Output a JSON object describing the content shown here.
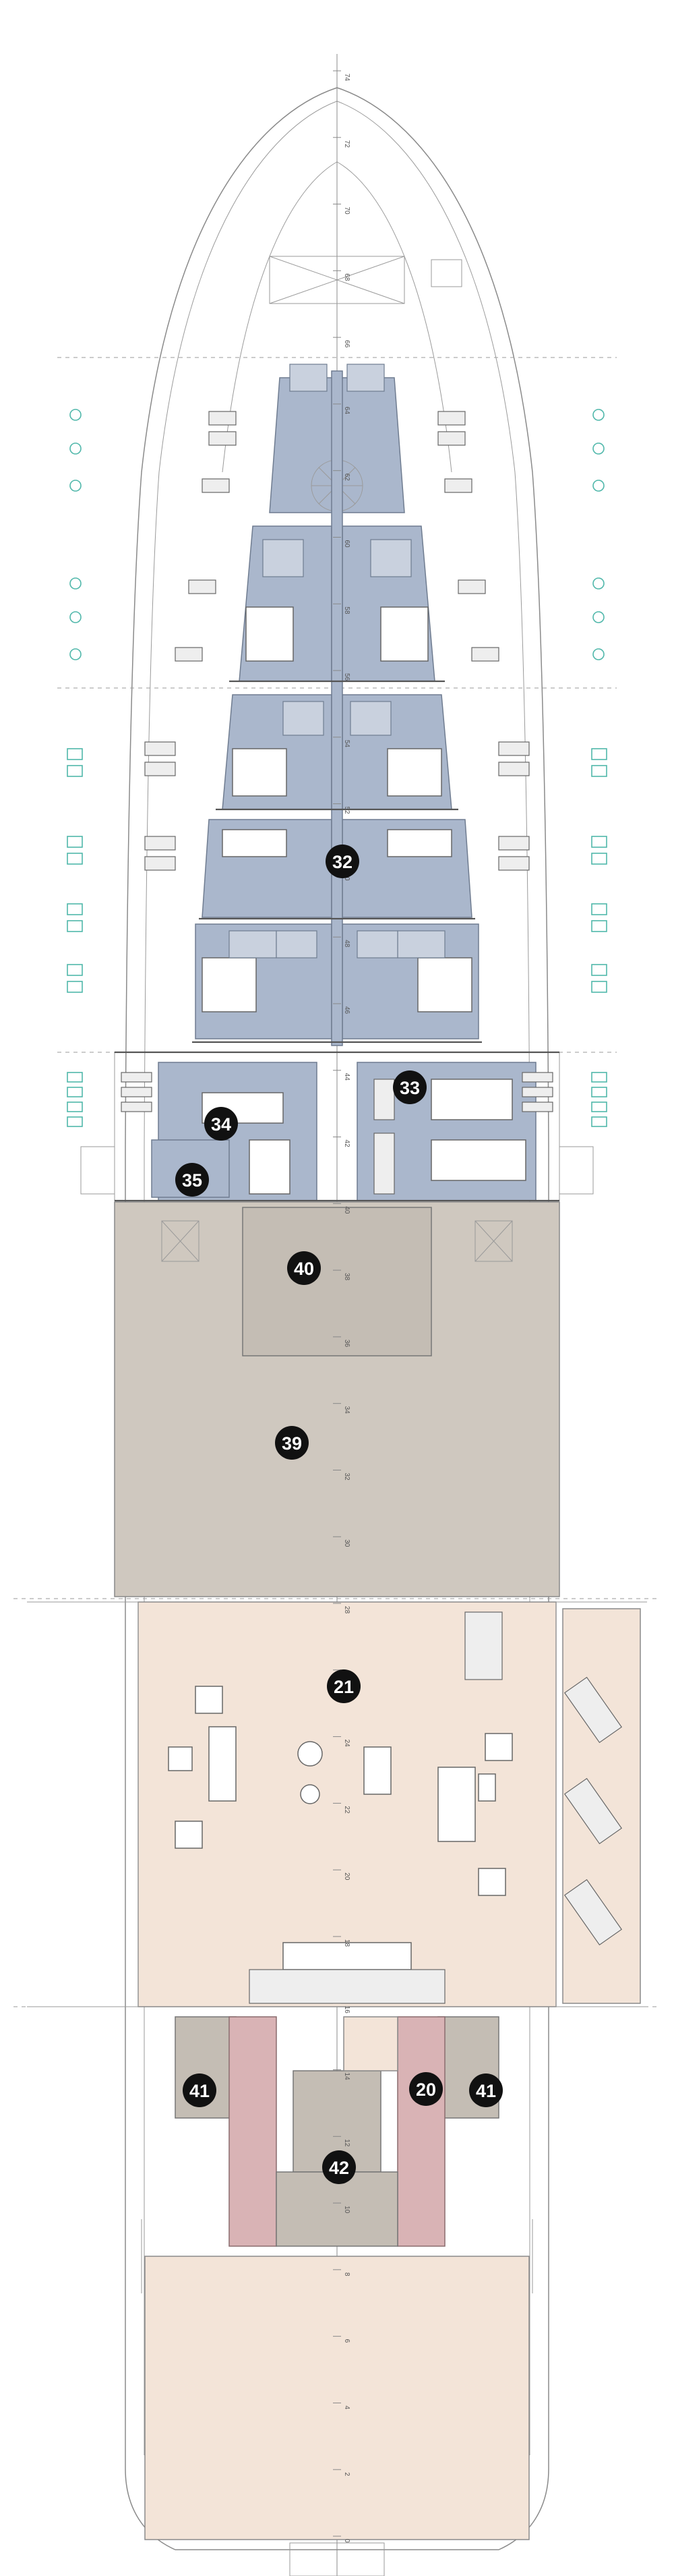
{
  "room_markers": [
    {
      "label": "32"
    },
    {
      "label": "33"
    },
    {
      "label": "34"
    },
    {
      "label": "35"
    },
    {
      "label": "40"
    },
    {
      "label": "39"
    },
    {
      "label": "21"
    },
    {
      "label": "20"
    },
    {
      "label": "41"
    },
    {
      "label": "41"
    },
    {
      "label": "42"
    }
  ],
  "frame_numbers": [
    "74",
    "72",
    "70",
    "68",
    "66",
    "64",
    "62",
    "60",
    "58",
    "56",
    "54",
    "52",
    "50",
    "48",
    "46",
    "44",
    "42",
    "40",
    "38",
    "36",
    "34",
    "32",
    "30",
    "28",
    "26",
    "24",
    "22",
    "20",
    "18",
    "16",
    "14",
    "12",
    "10",
    "8",
    "6",
    "4",
    "2",
    "0"
  ],
  "colors": {
    "cabin_blue": "#aab7cc",
    "deck_grey": "#cfc8bf",
    "teak": "#f3e4d8",
    "pink_corridor": "#d9b3b5",
    "porthole_teal": "#4fb7aa"
  }
}
